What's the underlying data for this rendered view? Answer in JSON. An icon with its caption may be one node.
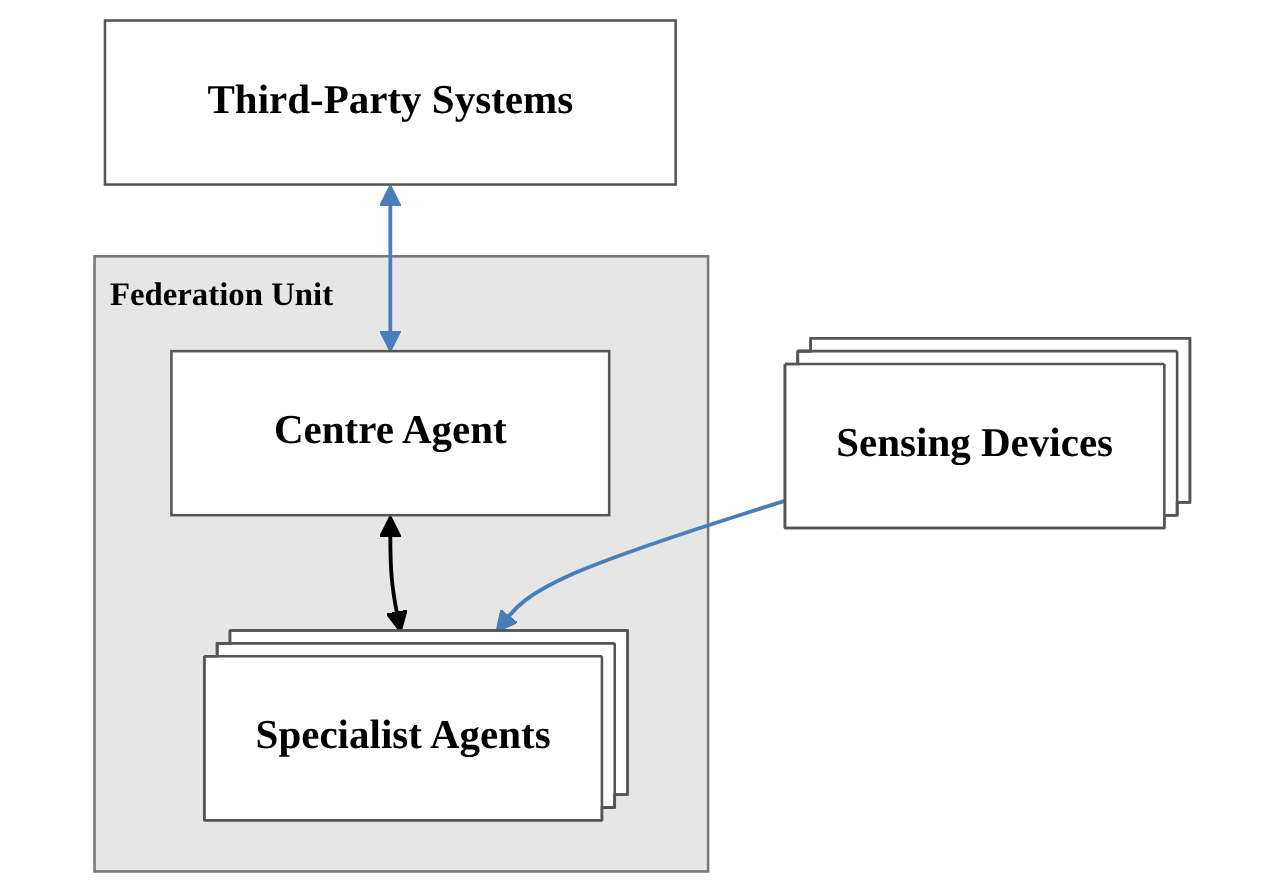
{
  "diagram": {
    "nodes": [
      {
        "text": [
          "Third-Party Systems"
        ]
      },
      {
        "text": [
          "Federation Unit"
        ]
      },
      {
        "text": [
          "Centre Agent"
        ],
        "in": 1
      },
      {
        "text": [
          "Specialist Agents"
        ],
        "in": 1
      },
      {
        "text": [
          "Sensing Devices"
        ]
      }
    ],
    "edges": [
      {
        "from": 0,
        "to": 2,
        "arrow": "both"
      },
      {
        "from": 2,
        "to": 3,
        "arrow": "both",
        "color": "#000000"
      },
      {
        "from": 4,
        "to": 3,
        "arrow": "to"
      }
    ]
  }
}
